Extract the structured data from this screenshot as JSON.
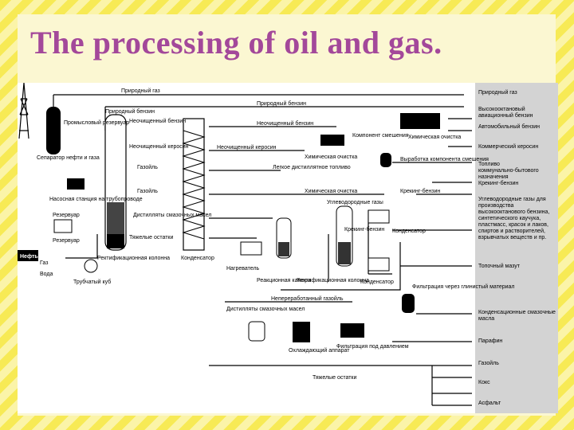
{
  "title": "The processing of oil and gas.",
  "colors": {
    "title": "#a3489a",
    "stripe_a": "#f7ea55",
    "stripe_b": "#fbf4a8",
    "slide": "#fbf7d2",
    "panel": "#d3d3d3"
  },
  "labels": {
    "separator": "Сепаратор нефти и газа",
    "pump_station": "Насосная станция на трубопроводе",
    "reservoir1": "Резервуар",
    "reservoir2": "Резервуар",
    "oil_in": "Нефть",
    "gas_in": "Газ",
    "water_in": "Вода",
    "pipe_still": "Трубчатый куб",
    "gasoline_tank": "Промысловый резервуар",
    "crude_petrol": "Природный бензин",
    "unrefined_petrol": "Неочищенный бензин",
    "unrefined_kerosene": "Неочищенный керосин",
    "gasoil": "Газойль",
    "gasoil2": "Газойль",
    "lube_distillate": "Дистилляты смазочных масел",
    "heavy_residue": "Тяжелые остатки",
    "rect_column": "Ректификационная колонна",
    "condenser": "Конденсатор",
    "top_gas": "Природный газ",
    "top_natural_petrol": "Природный бензин",
    "mid_unrefined_petrol": "Неочищенный бензин",
    "mid_unrefined_kerosene": "Неочищенный керосин",
    "light_distillate": "Легкое дистиллятное топливо",
    "chem_clean1": "Химическая очистка",
    "chem_clean2": "Химическая очистка",
    "chem_clean3": "Химическая очистка",
    "mix_component": "Компонент смешения",
    "mix_blend": "Выработка компонента смешения",
    "coke_petrol": "Крекинг-бензин",
    "hydrocarbon_gas": "Углеводородные газы",
    "condenser2": "Конденсатор",
    "condenser3": "Конденсатор",
    "coke_gasoline": "Крекинг-бензин",
    "heater": "Нагреватель",
    "reaction_chamber": "Реакционная камера",
    "rect_column2": "Ректификационная колонна",
    "unprocessed_gasoil": "Непереработанный газойль",
    "lube_distillate2": "Дистилляты смазочных масел",
    "cooling_apparatus": "Охлаждающий аппарат",
    "pressure_filter": "Фильтрация под давлением",
    "filtration": "Фильтрация через глинистый материал",
    "heavy_residue2": "Тяжелые остатки"
  },
  "outputs": [
    "Природный газ",
    "Высокооктановый авиационный бензин",
    "Автомобильный бензин",
    "Коммерческий керосин",
    "Топливо коммунально-бытового назначения",
    "Крекинг-бензин",
    "Углеводородные газы для производства высокооктанового бензина, синтетического каучука, пластмасс, красок и лаков, спиртов и растворителей, взрывчатых веществ и пр.",
    "Топочный мазут",
    "Конденсационные смазочные масла",
    "Парафин",
    "Газойль",
    "Кокс",
    "Асфальт"
  ]
}
